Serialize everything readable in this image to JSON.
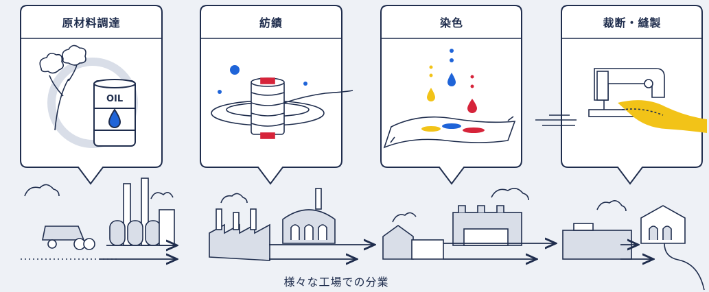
{
  "panels": [
    {
      "title": "原材料調達",
      "oil_label": "OIL"
    },
    {
      "title": "紡績"
    },
    {
      "title": "染色"
    },
    {
      "title": "裁断・縫製"
    }
  ],
  "caption": "様々な工場での分業",
  "colors": {
    "line": "#1f2d4d",
    "background": "#eef1f6",
    "panel_fill": "#ffffff",
    "accent_blue": "#1f64d8",
    "accent_red": "#d6243a",
    "accent_yellow": "#f2c318",
    "building_fill": "#d9dee8"
  }
}
